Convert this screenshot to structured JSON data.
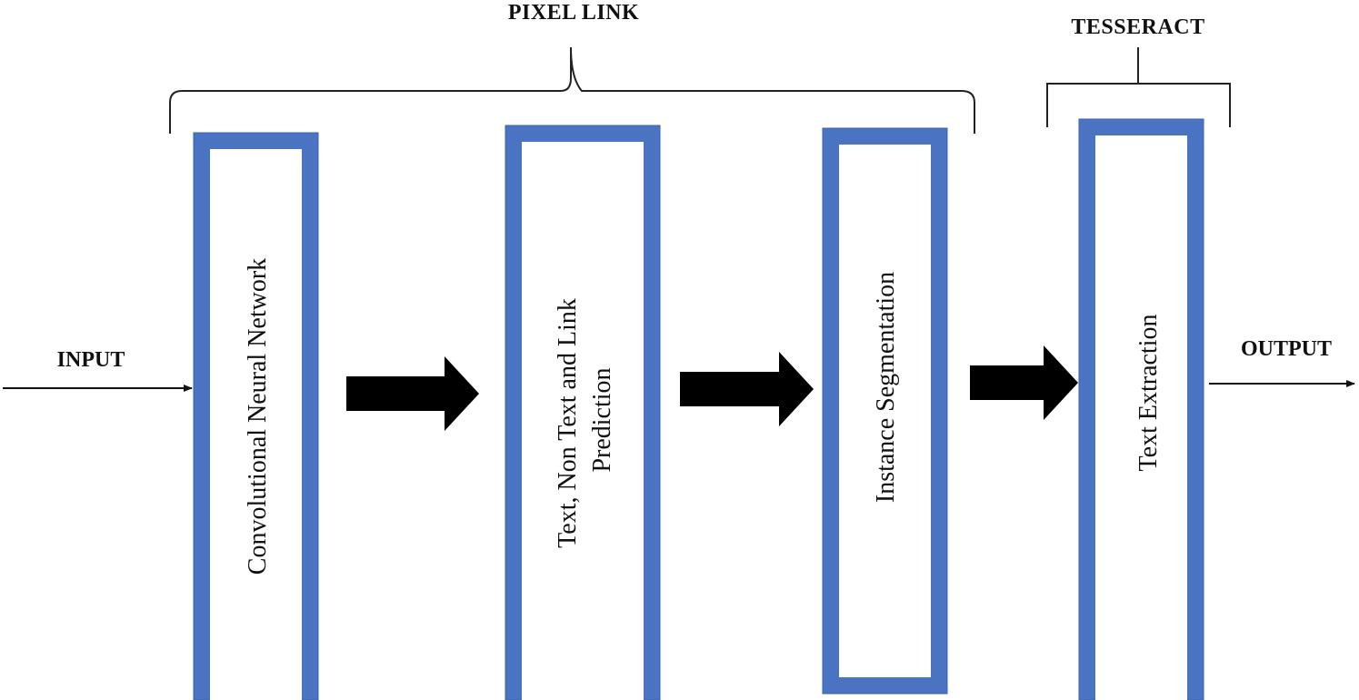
{
  "groups": {
    "pixel_link": "PIXEL LINK",
    "tesseract": "TESSERACT"
  },
  "io": {
    "input": "INPUT",
    "output": "OUTPUT"
  },
  "stages": [
    {
      "lines": [
        "Convolutional Neural Network"
      ]
    },
    {
      "lines": [
        "Text, Non Text and Link",
        "Prediction"
      ]
    },
    {
      "lines": [
        "Instance Segmentation"
      ]
    },
    {
      "lines": [
        "Text Extraction"
      ]
    }
  ],
  "colors": {
    "box_border": "#4a73c2",
    "arrow": "#000000",
    "text": "#111111"
  }
}
